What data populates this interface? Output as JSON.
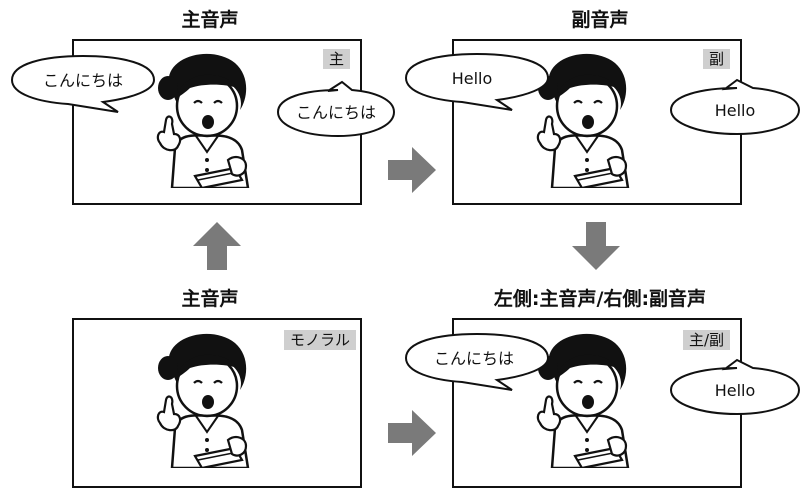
{
  "panels": [
    {
      "title": "主音声",
      "badge": "主",
      "bubbles": [
        "こんにちは",
        "こんにちは"
      ]
    },
    {
      "title": "副音声",
      "badge": "副",
      "bubbles": [
        "Hello",
        "Hello"
      ]
    },
    {
      "title": "主音声",
      "badge": "モノラル",
      "bubbles": []
    },
    {
      "title": "左側:主音声/右側:副音声",
      "badge": "主/副",
      "bubbles": [
        "こんにちは",
        "Hello"
      ]
    }
  ],
  "colors": {
    "arrow": "#7a7a7a",
    "badge": "#cfcfcf",
    "border": "#111111"
  },
  "icons": [
    "woman-speaker-illustration",
    "arrow-right-icon",
    "arrow-down-icon",
    "arrow-up-icon"
  ]
}
